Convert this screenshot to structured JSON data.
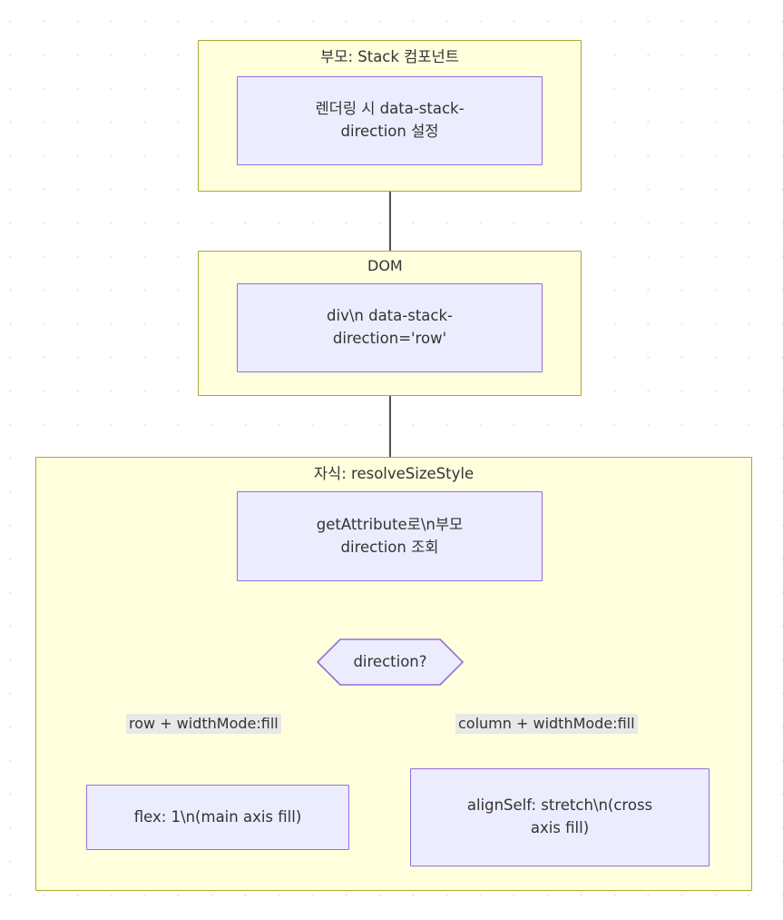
{
  "diagram": {
    "type": "flowchart",
    "direction": "TB",
    "theme_colors": {
      "page_background": "#ffffff",
      "grid_dot": "#efefef",
      "cluster_fill": "#ffffde",
      "cluster_stroke": "#aaaa33",
      "node_fill": "#ececff",
      "node_stroke": "#9370db",
      "edge_stroke": "#333333",
      "text": "#333333",
      "edge_label_background": "#e8e8e8"
    },
    "clusters": [
      {
        "id": "cluster-parent",
        "title": "부모: Stack 컴포넌트"
      },
      {
        "id": "cluster-dom",
        "title": ""
      },
      {
        "id": "cluster-child",
        "title": "자식: resolveSizeStyle"
      }
    ],
    "nodes": [
      {
        "id": "node-render-set",
        "shape": "rect",
        "lines": [
          "렌더링 시 data-stack-",
          "direction 설정"
        ],
        "text": "렌더링 시 data-stack-direction 설정"
      },
      {
        "id": "node-dom-div",
        "shape": "rect",
        "lines": [
          "div\\n data-stack-",
          "direction='row'"
        ],
        "text": "div\\n data-stack-direction='row'"
      },
      {
        "id": "node-get-attribute",
        "shape": "rect",
        "lines": [
          "getAttribute로\\n부모",
          "direction 조회"
        ],
        "text": "getAttribute로\\n부모 direction 조회"
      },
      {
        "id": "node-direction-decision",
        "shape": "hexagon",
        "lines": [
          "direction?"
        ],
        "text": "direction?"
      },
      {
        "id": "node-flex-main-axis",
        "shape": "rect",
        "lines": [
          "flex: 1\\n(main axis fill)"
        ],
        "text": "flex: 1\\n(main axis fill)"
      },
      {
        "id": "node-align-self-cross-axis",
        "shape": "rect",
        "lines": [
          "alignSelf: stretch\\n(cross",
          "axis fill)"
        ],
        "text": "alignSelf: stretch\\n(cross axis fill)"
      }
    ],
    "edges": [
      {
        "id": "edge-render-to-dom",
        "from": "node-render-set",
        "to": "node-dom-div",
        "label": "DOM",
        "label_style": "plain"
      },
      {
        "id": "edge-dom-to-getattribute",
        "from": "node-dom-div",
        "to": "node-get-attribute",
        "label": ""
      },
      {
        "id": "edge-getattribute-to-decision",
        "from": "node-get-attribute",
        "to": "node-direction-decision",
        "label": ""
      },
      {
        "id": "edge-decision-to-flex",
        "from": "node-direction-decision",
        "to": "node-flex-main-axis",
        "label": "row + widthMode:fill",
        "label_style": "boxed"
      },
      {
        "id": "edge-decision-to-alignself",
        "from": "node-direction-decision",
        "to": "node-align-self-cross-axis",
        "label": "column + widthMode:fill",
        "label_style": "boxed"
      }
    ]
  }
}
